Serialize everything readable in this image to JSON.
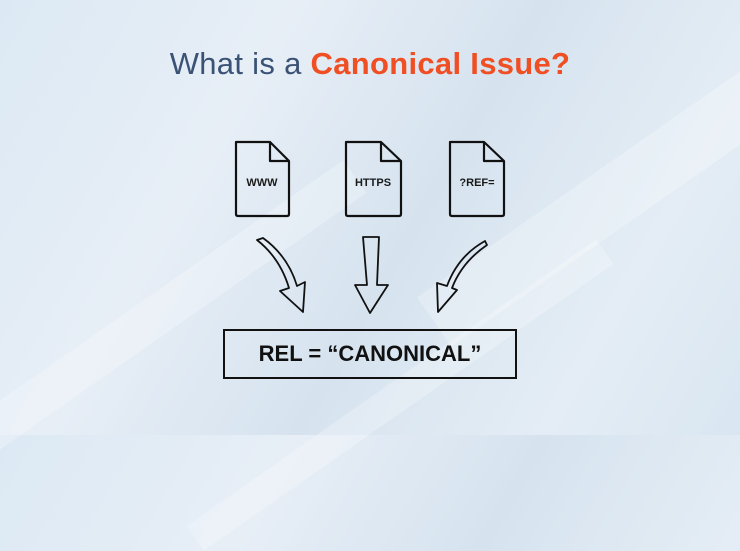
{
  "title": {
    "part1": "What is a ",
    "part2": "Canonical Issue?",
    "color_primary": "#3a5275",
    "color_accent": "#f04e23"
  },
  "documents": [
    {
      "label": "WWW",
      "icon": "file-icon"
    },
    {
      "label": "HTTPS",
      "icon": "file-icon"
    },
    {
      "label": "?REF=",
      "icon": "file-icon"
    }
  ],
  "result": {
    "label": "REL = “CANONICAL”"
  }
}
